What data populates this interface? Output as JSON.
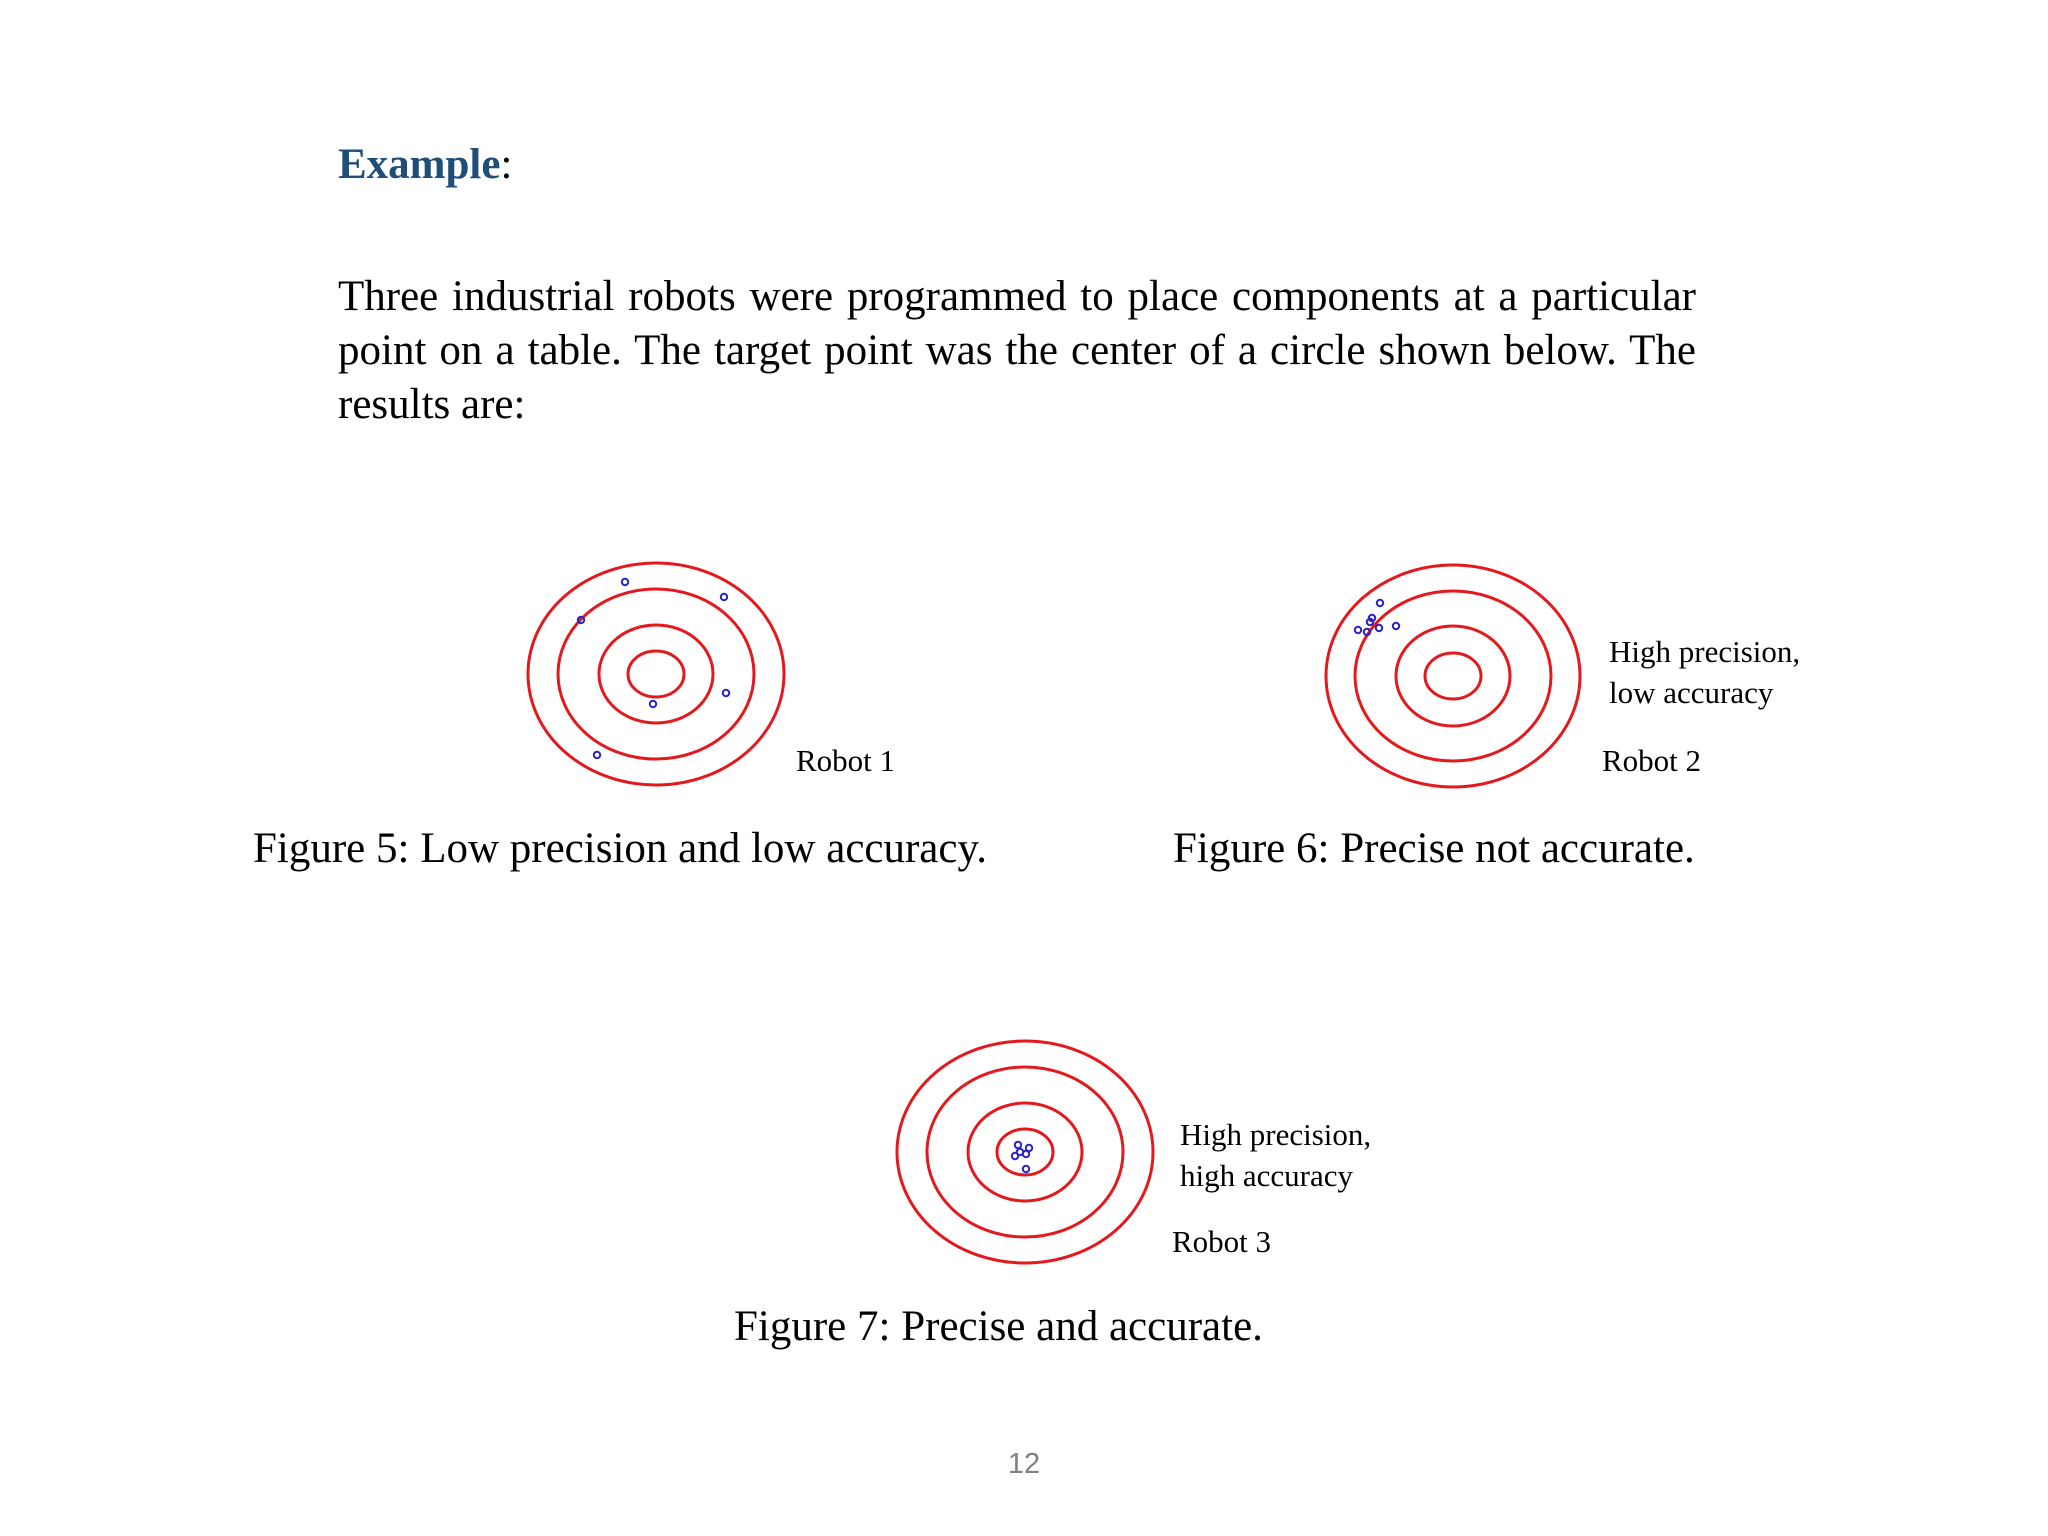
{
  "heading": {
    "word": "Example",
    "suffix": ":"
  },
  "intro": "Three industrial robots were programmed to place components at a particular point on a table. The target point was the center of a circle shown below. The results are:",
  "colors": {
    "heading": "#1f4e79",
    "ring": "#e3191e",
    "point": "#2a24c8",
    "page_number": "#808080"
  },
  "figures": [
    {
      "robot_label": "Robot 1",
      "note_lines": [],
      "caption": "Figure 5:  Low precision and low accuracy."
    },
    {
      "robot_label": "Robot 2",
      "note_lines": [
        "High precision,",
        "low accuracy"
      ],
      "caption": "Figure 6:  Precise not accurate."
    },
    {
      "robot_label": "Robot 3",
      "note_lines": [
        "High precision,",
        "high accuracy"
      ],
      "caption": "Figure 7:  Precise and accurate."
    }
  ],
  "page_number": "12"
}
